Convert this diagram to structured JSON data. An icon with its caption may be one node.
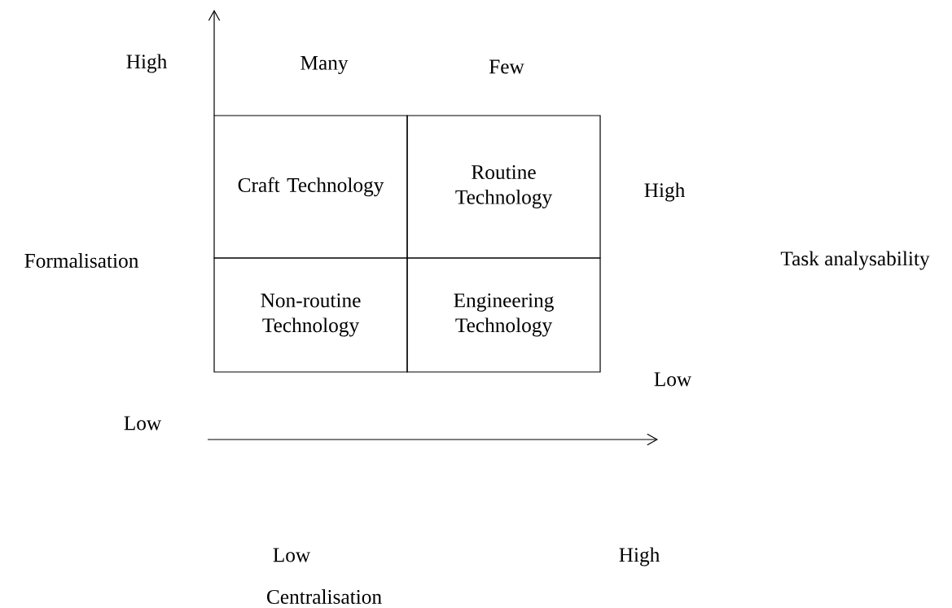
{
  "diagram": {
    "nodes": [
      {
        "text": [
          "Craft Technology"
        ]
      },
      {
        "text": [
          "Routine Technology"
        ]
      },
      {
        "text": [
          "Non-routine Technology"
        ]
      },
      {
        "text": [
          "Engineering Technology"
        ]
      }
    ],
    "labels": [
      "High",
      "Many",
      "Few",
      "High",
      "Formalisation",
      "Task analysability",
      "Low",
      "Low",
      "Low",
      "High",
      "Centralisation"
    ]
  }
}
